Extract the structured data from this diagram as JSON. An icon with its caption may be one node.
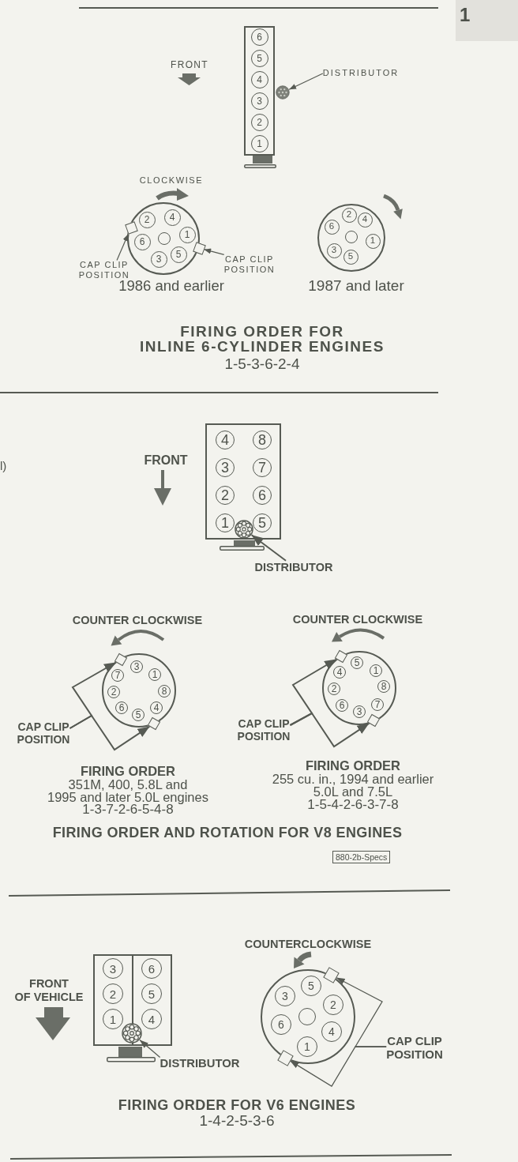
{
  "diagram": {
    "nodes": [
      {
        "text": [],
        "shape": "box"
      },
      {
        "text": [
          "6"
        ],
        "in": 0
      },
      {
        "text": [
          "5"
        ],
        "in": 0
      },
      {
        "text": [
          "4"
        ],
        "in": 0
      },
      {
        "text": [
          "3"
        ],
        "in": 0
      },
      {
        "text": [
          "2"
        ],
        "in": 0
      },
      {
        "text": [
          "1"
        ],
        "in": 0
      },
      {
        "text": [],
        "shape": "circle"
      },
      {
        "text": [
          "DISTRIBUTOR"
        ]
      },
      {
        "text": [],
        "shape": "circle",
        "beside": [
          "1986 and earlier"
        ]
      },
      {
        "text": [
          "2"
        ],
        "in": 9
      },
      {
        "text": [
          "4"
        ],
        "in": 9
      },
      {
        "text": [
          "6"
        ],
        "in": 9
      },
      {
        "text": [],
        "shape": "circle",
        "in": 9
      },
      {
        "text": [
          "1"
        ],
        "in": 9
      },
      {
        "text": [
          "3"
        ],
        "in": 9
      },
      {
        "text": [
          "5"
        ],
        "in": 9
      },
      {
        "text": [],
        "shape": "box"
      },
      {
        "text": [],
        "shape": "box"
      },
      {
        "text": [
          "CAP CLIP POSITION"
        ]
      },
      {
        "text": [
          "CAP CLIP POSITION"
        ]
      },
      {
        "text": [],
        "shape": "circle",
        "beside": [
          "1987 and later"
        ]
      },
      {
        "text": [
          "2"
        ],
        "in": 21
      },
      {
        "text": [
          "4"
        ],
        "in": 21
      },
      {
        "text": [
          "6"
        ],
        "in": 21
      },
      {
        "text": [],
        "shape": "circle",
        "in": 21
      },
      {
        "text": [
          "1"
        ],
        "in": 21
      },
      {
        "text": [
          "3"
        ],
        "in": 21
      },
      {
        "text": [
          "5"
        ],
        "in": 21
      },
      {
        "text": [],
        "shape": "box"
      },
      {
        "text": [
          "4"
        ],
        "in": 29
      },
      {
        "text": [
          "8"
        ],
        "in": 29
      },
      {
        "text": [
          "3"
        ],
        "in": 29
      },
      {
        "text": [
          "7"
        ],
        "in": 29
      },
      {
        "text": [
          "2"
        ],
        "in": 29
      },
      {
        "text": [
          "6"
        ],
        "in": 29
      },
      {
        "text": [
          "1"
        ],
        "in": 29
      },
      {
        "text": [
          "5"
        ],
        "in": 29
      },
      {
        "text": [],
        "shape": "circle",
        "in": 29
      },
      {
        "text": [
          "DISTRIBUTOR"
        ]
      },
      {
        "text": [],
        "shape": "circle",
        "beside": [
          "FIRING ORDER",
          "351M, 400, 5.8L and 1995 and later 5.0L engines",
          "1-3-7-2-6-5-4-8"
        ]
      },
      {
        "text": [
          "7"
        ],
        "in": 40
      },
      {
        "text": [
          "3"
        ],
        "in": 40
      },
      {
        "text": [
          "1"
        ],
        "in": 40
      },
      {
        "text": [
          "2"
        ],
        "in": 40
      },
      {
        "text": [
          "8"
        ],
        "in": 40
      },
      {
        "text": [
          "6"
        ],
        "in": 40
      },
      {
        "text": [
          "5"
        ],
        "in": 40
      },
      {
        "text": [
          "4"
        ],
        "in": 40
      },
      {
        "text": [],
        "shape": "box",
        "in": 40
      },
      {
        "text": [],
        "shape": "box"
      },
      {
        "text": [
          "CAP CLIP POSITION"
        ]
      },
      {
        "text": [],
        "shape": "circle",
        "beside": [
          "FIRING ORDER",
          "255 cu. in., 1994 and earlier 5.0L and 7.5L",
          "1-5-4-2-6-3-7-8"
        ]
      },
      {
        "text": [
          "4"
        ],
        "in": 52
      },
      {
        "text": [
          "5"
        ],
        "in": 52
      },
      {
        "text": [
          "1"
        ],
        "in": 52
      },
      {
        "text": [
          "2"
        ],
        "in": 52
      },
      {
        "text": [
          "8"
        ],
        "in": 52
      },
      {
        "text": [
          "6"
        ],
        "in": 52
      },
      {
        "text": [
          "3"
        ],
        "in": 52
      },
      {
        "text": [
          "7"
        ],
        "in": 52
      },
      {
        "text": [],
        "shape": "box",
        "in": 52
      },
      {
        "text": [],
        "shape": "box",
        "in": 52
      },
      {
        "text": [
          "CAP CLIP POSITION"
        ]
      },
      {
        "text": [
          "880-2b-Specs"
        ]
      },
      {
        "text": [],
        "shape": "box"
      },
      {
        "text": [
          "3"
        ],
        "in": 65
      },
      {
        "text": [
          "6"
        ],
        "in": 65
      },
      {
        "text": [
          "2"
        ],
        "in": 65
      },
      {
        "text": [
          "5"
        ],
        "in": 65
      },
      {
        "text": [
          "1"
        ],
        "in": 65
      },
      {
        "text": [
          "4"
        ],
        "in": 65
      },
      {
        "text": [],
        "shape": "circle",
        "in": 65
      },
      {
        "text": [
          "DISTRIBUTOR"
        ]
      },
      {
        "text": [],
        "shape": "circle"
      },
      {
        "text": [
          "5"
        ],
        "in": 74
      },
      {
        "text": [
          "3"
        ],
        "in": 74
      },
      {
        "text": [
          "2"
        ],
        "in": 74
      },
      {
        "text": [],
        "shape": "circle",
        "in": 74
      },
      {
        "text": [
          "6"
        ],
        "in": 74
      },
      {
        "text": [
          "4"
        ],
        "in": 74
      },
      {
        "text": [
          "1"
        ],
        "in": 74
      },
      {
        "text": [],
        "shape": "box"
      },
      {
        "text": [],
        "shape": "box",
        "in": 74
      },
      {
        "text": [
          "CAP CLIP POSITION"
        ]
      }
    ],
    "edges": [
      {
        "from": 8,
        "to": 7,
        "arrow": "to"
      },
      {
        "from": 19,
        "to": 17,
        "arrow": "to"
      },
      {
        "from": 20,
        "to": 18,
        "arrow": "to"
      },
      {
        "from": 39,
        "to": 38,
        "arrow": "to"
      },
      {
        "from": 51,
        "to": 49,
        "arrow": "to"
      },
      {
        "from": 51,
        "to": 50,
        "arrow": "to"
      },
      {
        "from": 63,
        "to": 61,
        "arrow": "to"
      },
      {
        "from": 63,
        "to": 62,
        "arrow": "to"
      },
      {
        "from": 73,
        "to": 72,
        "arrow": "to"
      },
      {
        "from": 84,
        "to": 82,
        "arrow": "to"
      },
      {
        "from": 84,
        "to": 83,
        "arrow": "to"
      }
    ],
    "labels": [
      "1",
      "FRONT",
      "CLOCKWISE",
      "FIRING ORDER FOR INLINE 6-CYLINDER ENGINES",
      "1-5-3-6-2-4",
      "l)",
      "FRONT",
      "COUNTER CLOCKWISE",
      "COUNTER CLOCKWISE",
      "FIRING ORDER AND ROTATION FOR V8 ENGINES",
      "FRONT OF VEHICLE",
      "COUNTERCLOCKWISE",
      "FIRING ORDER FOR V6 ENGINES",
      "1-4-2-5-3-6"
    ]
  }
}
